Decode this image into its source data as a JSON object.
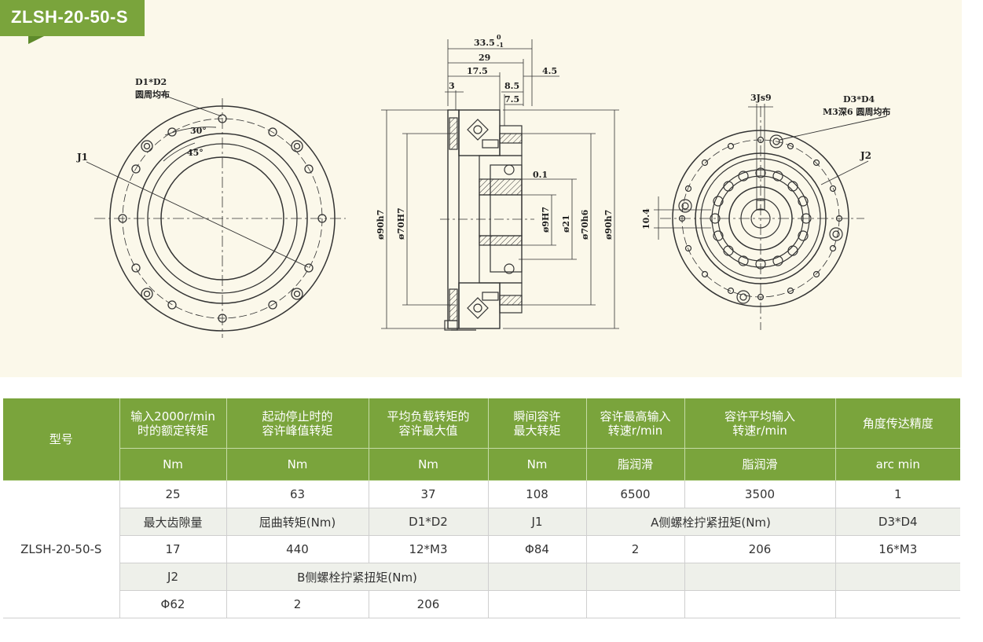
{
  "model_tag": "ZLSH-20-50-S",
  "drawing": {
    "front": {
      "bolt_label": "D1*D2",
      "bolt_note": "圆周均布",
      "angle_30": "30°",
      "angle_45": "45°",
      "circle_label": "J1"
    },
    "section": {
      "dim_total": "33.5",
      "dim_total_tol_upper": "0",
      "dim_total_tol_lower": "-1",
      "dim_29": "29",
      "dim_17_5": "17.5",
      "dim_3": "3",
      "dim_8_5": "8.5",
      "dim_7_5": "7.5",
      "dim_4_5": "4.5",
      "dim_0_1": "0.1",
      "dia_90h7_left": "ø90h7",
      "dia_70H7": "ø70H7",
      "dia_9H7": "ø9H7",
      "dia_21": "ø21",
      "dia_70h6": "ø70h6",
      "dia_90h7_right": "ø90h7"
    },
    "rear": {
      "key_label": "3Js9",
      "bolt_label": "D3*D4",
      "bolt_note": "M3深6 圆周均布",
      "circle_label": "J2",
      "dim_10_4": "10.4"
    }
  },
  "table": {
    "headers": [
      {
        "line1": "型号",
        "line2": ""
      },
      {
        "line1": "输入2000r/min",
        "line2": "时的额定转矩"
      },
      {
        "line1": "起动停止时的",
        "line2": "容许峰值转矩"
      },
      {
        "line1": "平均负载转矩的",
        "line2": "容许最大值"
      },
      {
        "line1": "瞬间容许",
        "line2": "最大转矩"
      },
      {
        "line1": "容许最高输入",
        "line2": "转速r/min"
      },
      {
        "line1": "容许平均输入",
        "line2": "转速r/min"
      },
      {
        "line1": "角度传达精度",
        "line2": ""
      }
    ],
    "units": [
      "Nm",
      "Nm",
      "Nm",
      "Nm",
      "脂润滑",
      "脂润滑",
      "arc min"
    ],
    "model": "ZLSH-20-50-S",
    "row1": [
      "25",
      "63",
      "37",
      "108",
      "6500",
      "3500",
      "1"
    ],
    "row2": [
      "最大齿隙量",
      "屈曲转矩(Nm)",
      "D1*D2",
      "J1",
      "A侧螺栓拧紧扭矩(Nm)",
      "D3*D4"
    ],
    "row3": [
      "17",
      "440",
      "12*M3",
      "Φ84",
      "2",
      "206",
      "16*M3"
    ],
    "row4": [
      "J2",
      "B侧螺栓拧紧扭矩(Nm)"
    ],
    "row5": [
      "Φ62",
      "2",
      "206"
    ]
  }
}
